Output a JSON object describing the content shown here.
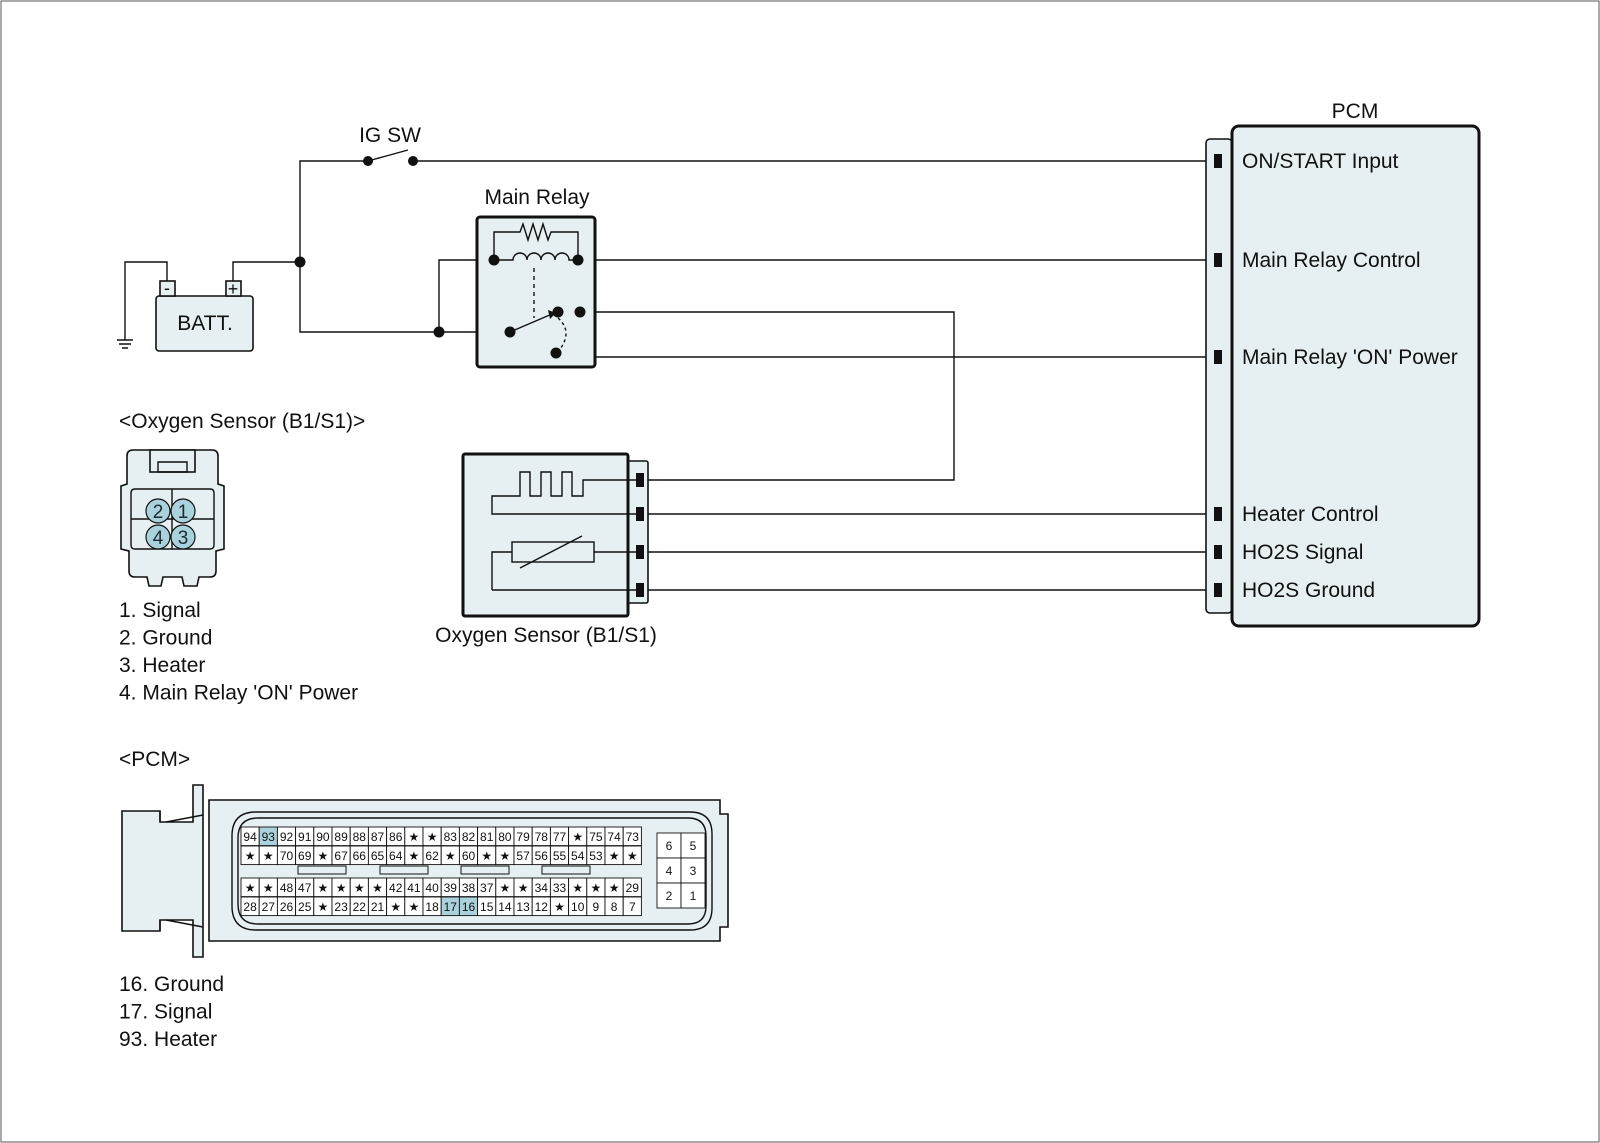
{
  "labels": {
    "ig_sw": "IG SW",
    "main_relay": "Main Relay",
    "batt": "BATT.",
    "batt_minus": "-",
    "batt_plus": "+",
    "pcm_title": "PCM",
    "oxygen_sensor_unit": "Oxygen Sensor (B1/S1)"
  },
  "pcm_pins": [
    "ON/START Input",
    "Main Relay Control",
    "Main Relay 'ON' Power",
    "Heater Control",
    "HO2S  Signal",
    "HO2S  Ground"
  ],
  "o2_connector": {
    "title": "<Oxygen Sensor (B1/S1)>",
    "pins": [
      "2",
      "1",
      "4",
      "3"
    ],
    "legend": [
      "1. Signal",
      "2. Ground",
      "3. Heater",
      "4. Main Relay 'ON' Power"
    ]
  },
  "pcm_connector": {
    "title": "<PCM>",
    "rows": [
      [
        "94",
        "93",
        "92",
        "91",
        "90",
        "89",
        "88",
        "87",
        "86",
        "★",
        "★",
        "83",
        "82",
        "81",
        "80",
        "79",
        "78",
        "77",
        "★",
        "75",
        "74",
        "73"
      ],
      [
        "★",
        "★",
        "70",
        "69",
        "★",
        "67",
        "66",
        "65",
        "64",
        "★",
        "62",
        "★",
        "60",
        "★",
        "★",
        "57",
        "56",
        "55",
        "54",
        "53",
        "★",
        "★"
      ],
      [
        "★",
        "★",
        "48",
        "47",
        "★",
        "★",
        "★",
        "★",
        "42",
        "41",
        "40",
        "39",
        "38",
        "37",
        "★",
        "★",
        "34",
        "33",
        "★",
        "★",
        "★",
        "29"
      ],
      [
        "28",
        "27",
        "26",
        "25",
        "★",
        "23",
        "22",
        "21",
        "★",
        "★",
        "18",
        "17",
        "16",
        "15",
        "14",
        "13",
        "12",
        "★",
        "10",
        "9",
        "8",
        "7"
      ]
    ],
    "highlighted": [
      "93",
      "17",
      "16"
    ],
    "small_block": [
      [
        "6",
        "5"
      ],
      [
        "4",
        "3"
      ],
      [
        "2",
        "1"
      ]
    ],
    "legend": [
      "16. Ground",
      "17. Signal",
      "93. Heater"
    ]
  },
  "colors": {
    "fill": "#e6eff1",
    "pin_highlight": "#a9d2dd",
    "line": "#111111"
  }
}
